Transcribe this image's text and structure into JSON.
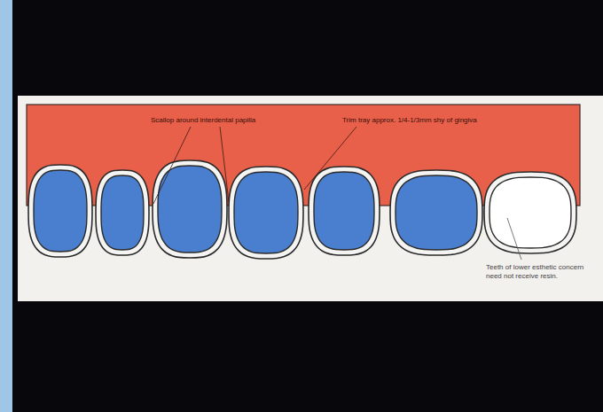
{
  "diagram": {
    "labels": [
      "Scallop around interdental papilla",
      "Trim tray approx. 1/4-1/3mm shy of gingiva",
      "Teeth of lower esthetic concern need not receive resin."
    ]
  }
}
